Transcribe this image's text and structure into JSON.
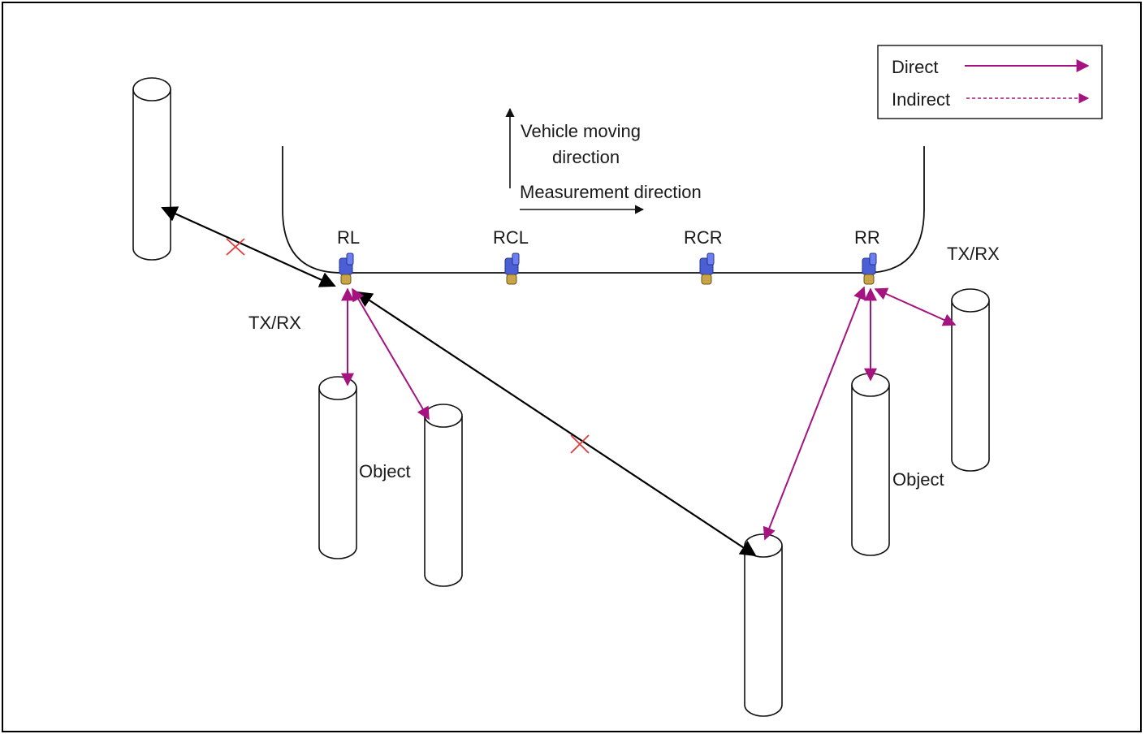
{
  "legend": {
    "direct_label": "Direct",
    "indirect_label": "Indirect",
    "direct_color": "#a4137f",
    "indirect_color": "#a4137f"
  },
  "vehicle": {
    "moving_line1": "Vehicle moving",
    "moving_line2": "direction",
    "measurement": "Measurement direction"
  },
  "sensors": {
    "rl": "RL",
    "rcl": "RCL",
    "rcr": "RCR",
    "rr": "RR",
    "sensor_color": "#4a5fd6"
  },
  "labels": {
    "txrx_left": "TX/RX",
    "txrx_right": "TX/RX",
    "object_left": "Object",
    "object_right": "Object"
  },
  "colors": {
    "blocked_marker": "#e23a3a",
    "path_black": "#000000"
  }
}
